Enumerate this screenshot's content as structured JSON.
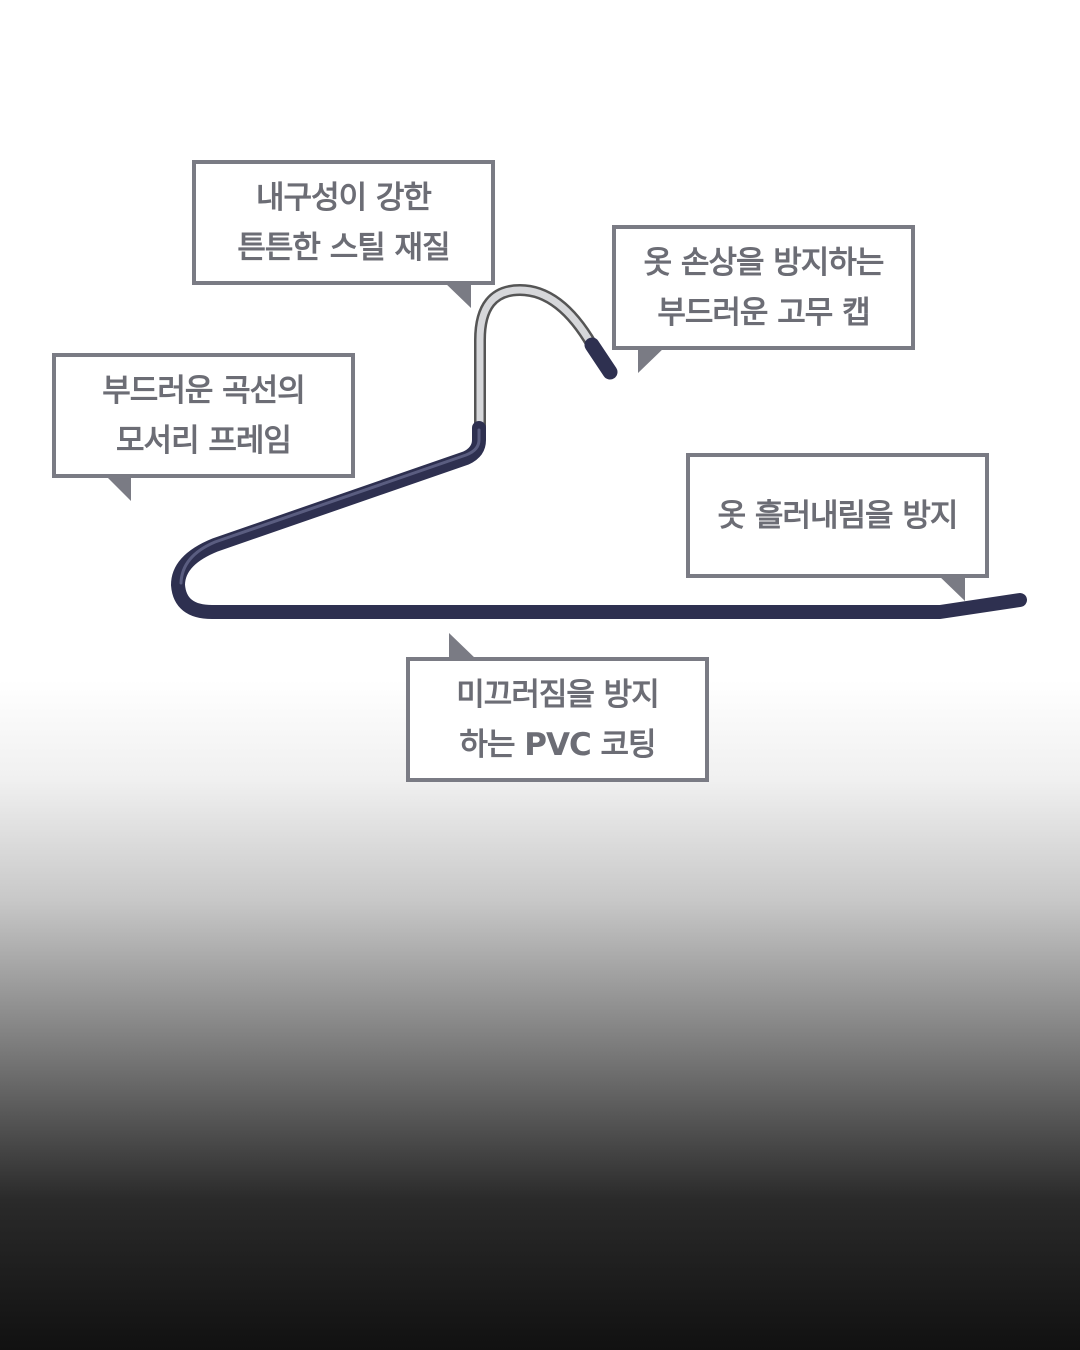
{
  "colors": {
    "border": "#7a7b84",
    "text": "#6c6d75",
    "coating": "#2e3050",
    "steel": "#c0c2c6"
  },
  "callouts": [
    {
      "id": "steel",
      "lines": [
        "내구성이 강한",
        "튼튼한 스틸 재질"
      ]
    },
    {
      "id": "cap",
      "lines": [
        "옷 손상을 방지하는",
        "부드러운 고무 캡"
      ]
    },
    {
      "id": "frame",
      "lines": [
        "부드러운 곡선의",
        "모서리 프레임"
      ]
    },
    {
      "id": "anti-fall",
      "lines": [
        "옷 흘러내림을 방지"
      ]
    },
    {
      "id": "coating",
      "lines": [
        "미끄러짐을 방지",
        "하는 PVC 코팅"
      ]
    }
  ]
}
